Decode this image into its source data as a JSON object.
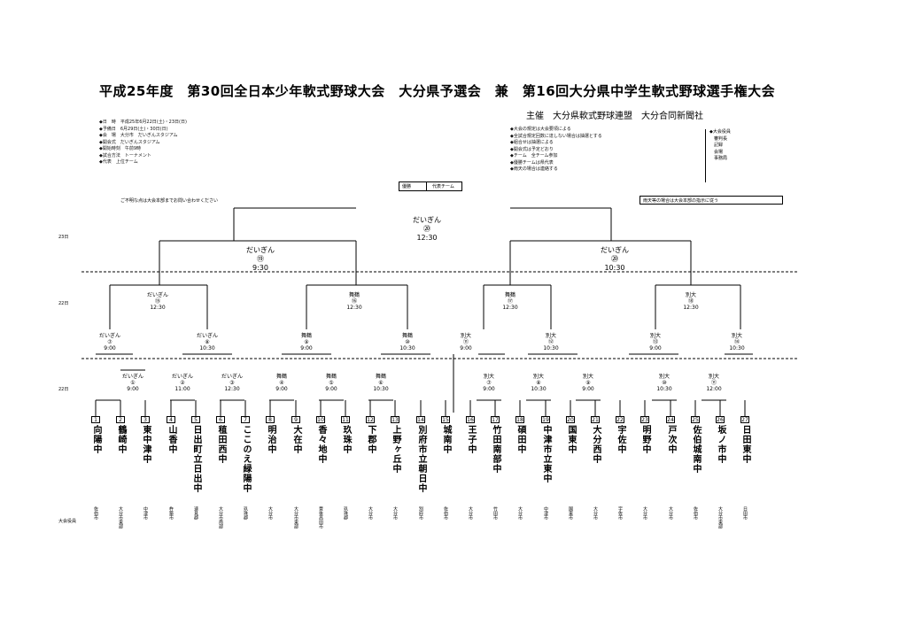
{
  "header": {
    "title": "平成25年度　第30回全日本少年軟式野球大会　大分県予選会　兼　第16回大分県中学生軟式野球選手権大会",
    "organizer": "主催　大分県軟式野球連盟　大分合同新聞社"
  },
  "info_left": [
    "◆日　時　平成25年6月22日(土)・23日(日)",
    "◆予備日　6月29日(土)・30日(日)",
    "◆会　場　大分市　だいぎんスタジアム",
    "◆開会式　だいぎんスタジアム",
    "◆開始時刻　午前9時",
    "◆試合方法　トーナメント",
    "◆代表　上位チーム"
  ],
  "info_right": [
    "◆大会の規定は大会要項による",
    "◆全試合規定回数に達しない場合は抽選とする",
    "◆組合せは抽選による",
    "◆開会式は予定どおり",
    "◆チーム　全チーム参加",
    "◆優勝チームは県代表",
    "◆雨天の場合は連絡する"
  ],
  "side_box": [
    "◆大会役員",
    "　審判長",
    "　記録",
    "　会場",
    "　事務局"
  ],
  "side_note": "雨天等の場合は大会本部の指示に従う",
  "field_note": "ご不明な点は大会本部までお問い合わせください",
  "final_box": {
    "left": "優勝",
    "right": "代表チーム"
  },
  "row_labels": {
    "day23": "23日",
    "day22": "22日",
    "day22b": "22日",
    "notes": "大会役員"
  },
  "final": {
    "venue": "だいぎん",
    "no": "⑳",
    "time": "12:30"
  },
  "semis": [
    {
      "venue": "だいぎん",
      "no": "⑲",
      "time": "9:30"
    },
    {
      "venue": "だいぎん",
      "no": "⑳",
      "time": "10:30"
    }
  ],
  "quarters": [
    {
      "venue": "だいぎん",
      "no": "⑮",
      "time": "12:30"
    },
    {
      "venue": "舞鶴",
      "no": "⑯",
      "time": "12:30"
    },
    {
      "venue": "舞鶴",
      "no": "⑰",
      "time": "12:30"
    },
    {
      "venue": "別大",
      "no": "⑱",
      "time": "12:30"
    }
  ],
  "round2": [
    {
      "venue": "だいぎん",
      "no": "⑦",
      "time": "9:00"
    },
    {
      "venue": "だいぎん",
      "no": "⑧",
      "time": "10:30"
    },
    {
      "venue": "舞鶴",
      "no": "⑨",
      "time": "9:00"
    },
    {
      "venue": "舞鶴",
      "no": "⑩",
      "time": "10:30"
    },
    {
      "venue": "別大",
      "no": "⑪",
      "time": "9:00"
    },
    {
      "venue": "別大",
      "no": "⑫",
      "time": "10:30"
    },
    {
      "venue": "別大",
      "no": "⑬",
      "time": "9:00"
    },
    {
      "venue": "別大",
      "no": "⑭",
      "time": "10:30"
    }
  ],
  "round1": [
    {
      "venue": "だいぎん",
      "no": "①",
      "time": "9:00"
    },
    {
      "venue": "だいぎん",
      "no": "②",
      "time": "11:00"
    },
    {
      "venue": "だいぎん",
      "no": "③",
      "time": "12:30"
    },
    {
      "venue": "舞鶴",
      "no": "④",
      "time": "9:00"
    },
    {
      "venue": "舞鶴",
      "no": "⑤",
      "time": "9:00"
    },
    {
      "venue": "舞鶴",
      "no": "⑥",
      "time": "10:30"
    },
    {
      "venue": "別大",
      "no": "⑦",
      "time": "9:00"
    },
    {
      "venue": "別大",
      "no": "⑧",
      "time": "10:30"
    },
    {
      "venue": "別大",
      "no": "⑨",
      "time": "9:00"
    },
    {
      "venue": "別大",
      "no": "⑩",
      "time": "10:30"
    },
    {
      "venue": "別大",
      "no": "⑪",
      "time": "12:00"
    }
  ],
  "teams": [
    {
      "no": "1",
      "school": "向陽中",
      "pref": "佐伯市"
    },
    {
      "no": "2",
      "school": "鶴崎中",
      "pref": "大分市東部"
    },
    {
      "no": "3",
      "school": "東中津中",
      "pref": "中津市"
    },
    {
      "no": "4",
      "school": "山香中",
      "pref": "杵築市"
    },
    {
      "no": "5",
      "school": "日出町立日出中",
      "pref": "速見郡"
    },
    {
      "no": "6",
      "school": "稙田西中",
      "pref": "大分市南部"
    },
    {
      "no": "7",
      "school": "ここのえ緑陽中",
      "pref": "玖珠郡"
    },
    {
      "no": "8",
      "school": "明治中",
      "pref": "大分市"
    },
    {
      "no": "9",
      "school": "大在中",
      "pref": "大分市東部"
    },
    {
      "no": "10",
      "school": "香々地中",
      "pref": "豊後高田市"
    },
    {
      "no": "11",
      "school": "玖珠中",
      "pref": "玖珠郡"
    },
    {
      "no": "12",
      "school": "下郡中",
      "pref": "大分市"
    },
    {
      "no": "13",
      "school": "上野ヶ丘中",
      "pref": "大分市"
    },
    {
      "no": "14",
      "school": "別府市立朝日中",
      "pref": "別府市"
    },
    {
      "no": "15",
      "school": "城南中",
      "pref": "佐伯市"
    },
    {
      "no": "16",
      "school": "王子中",
      "pref": "大分市"
    },
    {
      "no": "17",
      "school": "竹田南部中",
      "pref": "竹田市"
    },
    {
      "no": "18",
      "school": "碩田中",
      "pref": "大分市"
    },
    {
      "no": "19",
      "school": "中津市立東中",
      "pref": "中津市"
    },
    {
      "no": "20",
      "school": "国東中",
      "pref": "国東市"
    },
    {
      "no": "21",
      "school": "大分西中",
      "pref": "大分市"
    },
    {
      "no": "22",
      "school": "宇佐中",
      "pref": "宇佐市"
    },
    {
      "no": "23",
      "school": "明野中",
      "pref": "大分市"
    },
    {
      "no": "24",
      "school": "戸次中",
      "pref": "大分市"
    },
    {
      "no": "25",
      "school": "佐伯城南中",
      "pref": "佐伯市"
    },
    {
      "no": "26",
      "school": "坂ノ市中",
      "pref": "大分市東部"
    },
    {
      "no": "27",
      "school": "日田東中",
      "pref": "日田市"
    }
  ]
}
